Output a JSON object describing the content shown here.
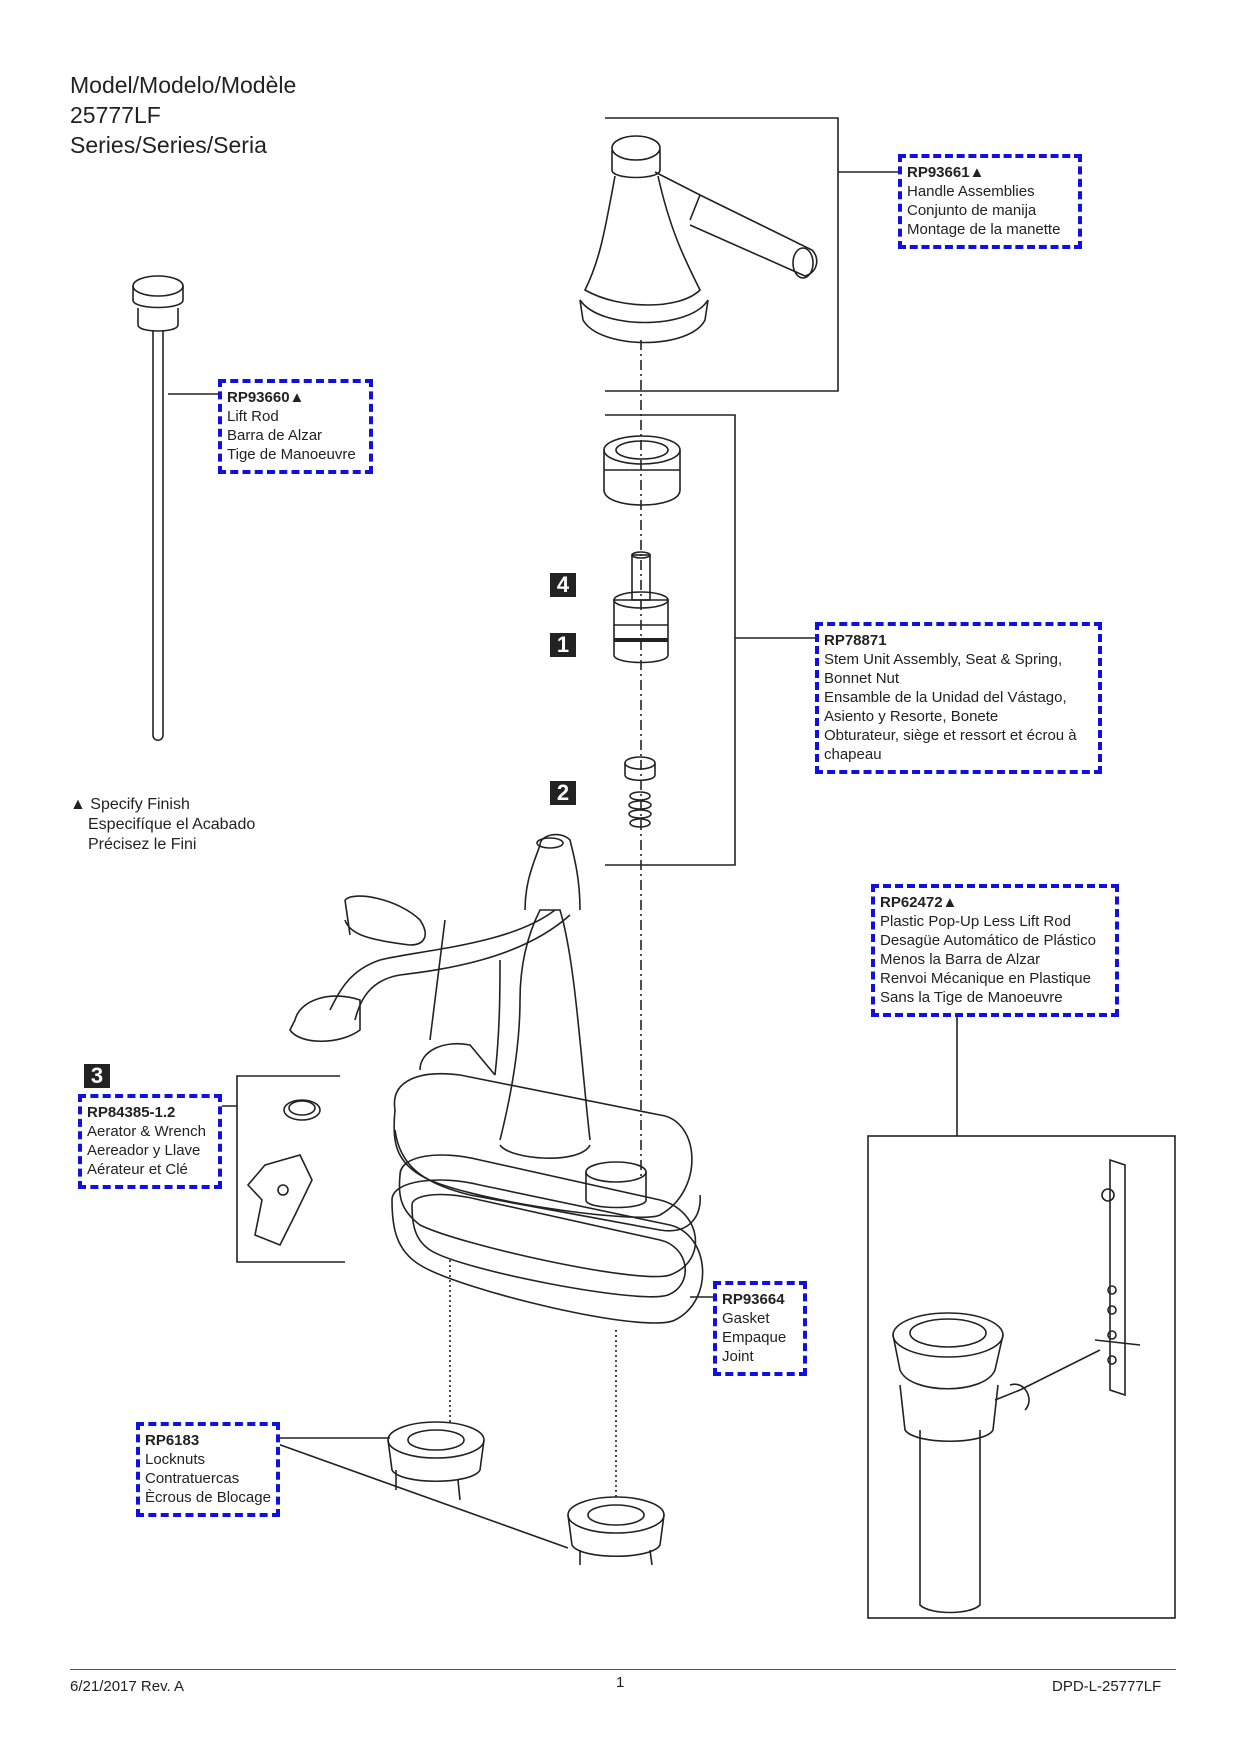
{
  "header": {
    "model_label": "Model/Modelo/Modèle",
    "model_number": "25777LF",
    "series_label": "Series/Series/Seria"
  },
  "callouts": {
    "handle": {
      "part": "RP93661▲",
      "lines": [
        "Handle Assemblies",
        "Conjunto de manija",
        "Montage de la manette"
      ]
    },
    "lift_rod": {
      "part": "RP93660▲",
      "lines": [
        "Lift Rod",
        "Barra de Alzar",
        "Tige de Manoeuvre"
      ]
    },
    "stem": {
      "part": "RP78871",
      "lines": [
        "Stem Unit Assembly, Seat & Spring,",
        "Bonnet Nut",
        "Ensamble de la Unidad del Vástago,",
        "Asiento y Resorte, Bonete",
        "Obturateur, siège et ressort et écrou à",
        "chapeau"
      ]
    },
    "popup": {
      "part": "RP62472▲",
      "lines": [
        "Plastic Pop-Up Less Lift Rod",
        "Desagüe Automático de Plástico",
        "Menos la Barra de Alzar",
        "Renvoi Mécanique en Plastique",
        "Sans la Tige de Manoeuvre"
      ]
    },
    "aerator": {
      "part": "RP84385-1.2",
      "lines": [
        "Aerator & Wrench",
        "Aereador y Llave",
        "Aérateur et Clé"
      ]
    },
    "gasket": {
      "part": "RP93664",
      "lines": [
        "Gasket",
        "Empaque",
        "Joint"
      ]
    },
    "locknuts": {
      "part": "RP6183",
      "lines": [
        "Locknuts",
        "Contratuercas",
        "Ècrous de Blocage"
      ]
    }
  },
  "badges": {
    "b4": "4",
    "b1": "1",
    "b2": "2",
    "b3": "3"
  },
  "note": {
    "lines": [
      "▲ Specify Finish",
      "Especifíque el Acabado",
      "Précisez le Fini"
    ]
  },
  "footer": {
    "date_rev": "6/21/2017  Rev. A",
    "page": "1",
    "doc_id": "DPD-L-25777LF"
  }
}
